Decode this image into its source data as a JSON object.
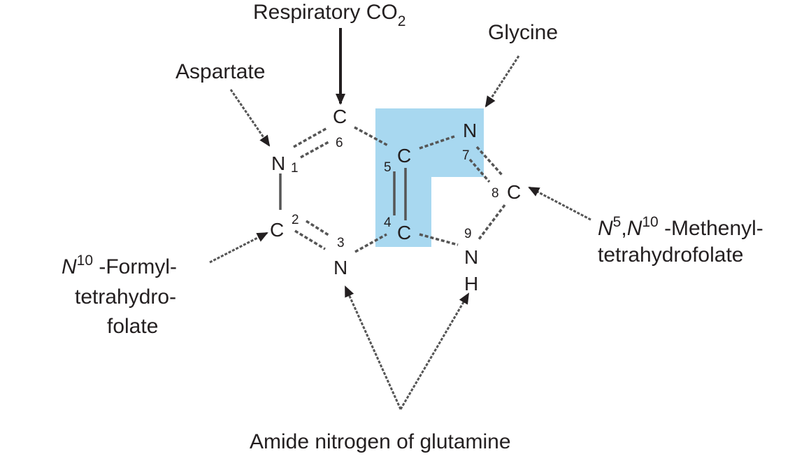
{
  "title": "Sources of the atoms of the purine ring",
  "highlight_color": "#a8d8f0",
  "atoms": {
    "n1": {
      "symbol": "N",
      "number": "1"
    },
    "c2": {
      "symbol": "C",
      "number": "2"
    },
    "n3": {
      "symbol": "N",
      "number": "3"
    },
    "c4": {
      "symbol": "C",
      "number": "4"
    },
    "c5": {
      "symbol": "C",
      "number": "5"
    },
    "c6": {
      "symbol": "C",
      "number": "6"
    },
    "n7": {
      "symbol": "N",
      "number": "7"
    },
    "c8": {
      "symbol": "C",
      "number": "8"
    },
    "n9": {
      "symbol": "N",
      "number": "9"
    },
    "h9": {
      "symbol": "H"
    }
  },
  "sources": {
    "co2": {
      "text": "Respiratory CO",
      "sub": "2"
    },
    "glycine": {
      "text": "Glycine"
    },
    "aspartate": {
      "text": "Aspartate"
    },
    "formyl": {
      "italic": "N",
      "sup": "10",
      "line1": " -Formyl-",
      "line2": "tetrahydro-",
      "line3": "folate"
    },
    "methenyl": {
      "italic1": "N",
      "sup1": "5",
      "comma": ",",
      "italic2": "N",
      "sup2": "10",
      "line1": " -Methenyl-",
      "line2": "tetrahydrofolate"
    },
    "glutamine": {
      "text": "Amide nitrogen of glutamine"
    }
  }
}
